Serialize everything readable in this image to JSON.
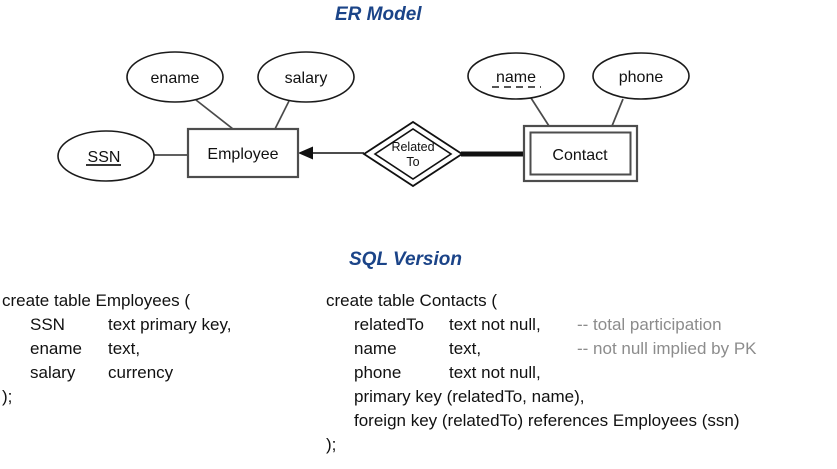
{
  "er_model": {
    "title": "ER Model",
    "entities": {
      "employee": "Employee",
      "contact": "Contact"
    },
    "relationship": {
      "line1": "Related",
      "line2": "To"
    },
    "attributes": {
      "ename": "ename",
      "salary": "salary",
      "ssn": "SSN",
      "name": "name",
      "phone": "phone"
    }
  },
  "sql": {
    "title": "SQL Version",
    "employees": {
      "open": "create table Employees (",
      "rows": [
        {
          "name": "SSN",
          "type": "text primary key,"
        },
        {
          "name": "ename",
          "type": "text,"
        },
        {
          "name": "salary",
          "type": "currency"
        }
      ],
      "close": ");"
    },
    "contacts": {
      "open": "create table Contacts (",
      "rows": [
        {
          "name": "relatedTo",
          "type": "text not null,",
          "comment": "-- total participation"
        },
        {
          "name": "name",
          "type": "text,",
          "comment": "-- not null implied by PK"
        },
        {
          "name": "phone",
          "type": "text not null,",
          "comment": ""
        }
      ],
      "constraints": [
        "primary key (relatedTo, name),",
        "foreign key (relatedTo) references Employees (ssn)"
      ],
      "close": ");"
    }
  },
  "colors": {
    "title_blue": "#1b4488",
    "comment_gray": "#8c8c8c",
    "shape_stroke": "#1a1a1a",
    "box_stroke": "#4d4d4d",
    "text_black": "#111111"
  }
}
